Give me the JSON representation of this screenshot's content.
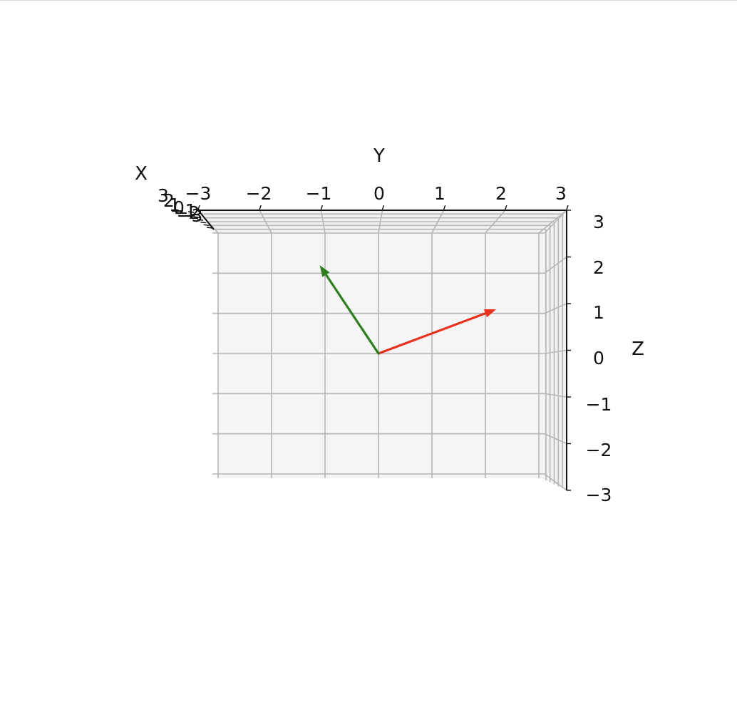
{
  "chart_data": {
    "type": "3d-quiver",
    "view": "looking along the X axis (Y horizontal, Z vertical)",
    "axes": {
      "x": {
        "label": "X",
        "lim": [
          -3,
          3
        ],
        "ticks": [
          "3",
          "2",
          "1",
          "0",
          "−1",
          "−2",
          "−3"
        ]
      },
      "y": {
        "label": "Y",
        "lim": [
          -3,
          3
        ],
        "ticks": [
          "−3",
          "−2",
          "−1",
          "0",
          "1",
          "2",
          "3"
        ]
      },
      "z": {
        "label": "Z",
        "lim": [
          -3,
          3
        ],
        "ticks": [
          "3",
          "2",
          "1",
          "0",
          "−1",
          "−2",
          "−3"
        ]
      }
    },
    "grid": true,
    "pane_color": "#f5f5f5",
    "vectors": [
      {
        "origin": [
          0,
          0,
          0
        ],
        "y": 2.2,
        "z": 1.1,
        "color": "#e8321e"
      },
      {
        "origin": [
          0,
          0,
          0
        ],
        "y": -1.1,
        "z": 2.2,
        "color": "#2f7d1f"
      }
    ]
  }
}
